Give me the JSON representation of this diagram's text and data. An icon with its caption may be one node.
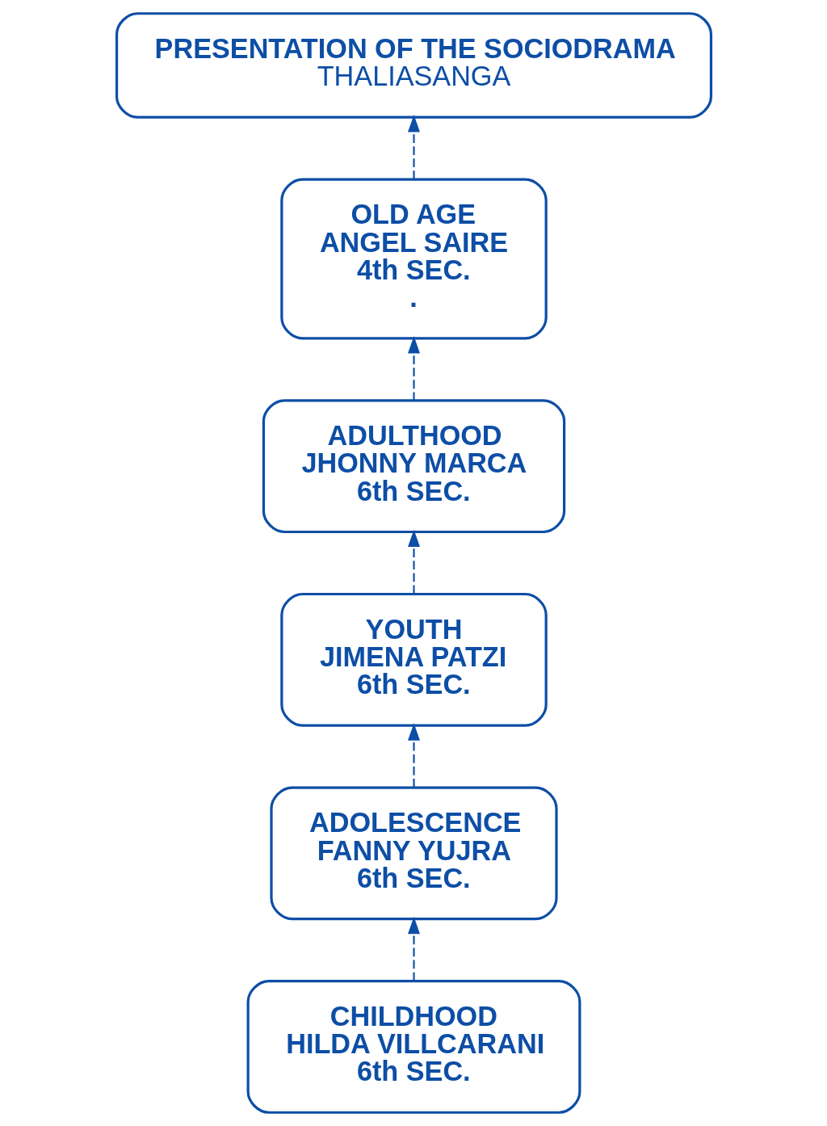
{
  "diagram": {
    "nodes": [
      {
        "text": [
          "PRESENTATION OF THE SOCIODRAMA",
          "THALIASANGA"
        ]
      },
      {
        "text": [
          "OLD AGE",
          "ANGEL SAIRE",
          "4th SEC.",
          "."
        ]
      },
      {
        "text": [
          "ADULTHOOD",
          "JHONNY MARCA",
          "6th SEC."
        ]
      },
      {
        "text": [
          "YOUTH",
          "JIMENA PATZI",
          "6th SEC."
        ]
      },
      {
        "text": [
          "ADOLESCENCE",
          "FANNY YUJRA",
          "6th SEC."
        ]
      },
      {
        "text": [
          "CHILDHOOD",
          "HILDA VILLCARANI",
          "6th SEC."
        ]
      }
    ],
    "edges": [
      {
        "from": 5,
        "to": 4,
        "arrow": "to",
        "style": "dashed"
      },
      {
        "from": 4,
        "to": 3,
        "arrow": "to",
        "style": "dashed"
      },
      {
        "from": 3,
        "to": 2,
        "arrow": "to",
        "style": "dashed"
      },
      {
        "from": 2,
        "to": 1,
        "arrow": "to",
        "style": "dashed"
      },
      {
        "from": 1,
        "to": 0,
        "arrow": "to",
        "style": "dashed"
      }
    ]
  }
}
